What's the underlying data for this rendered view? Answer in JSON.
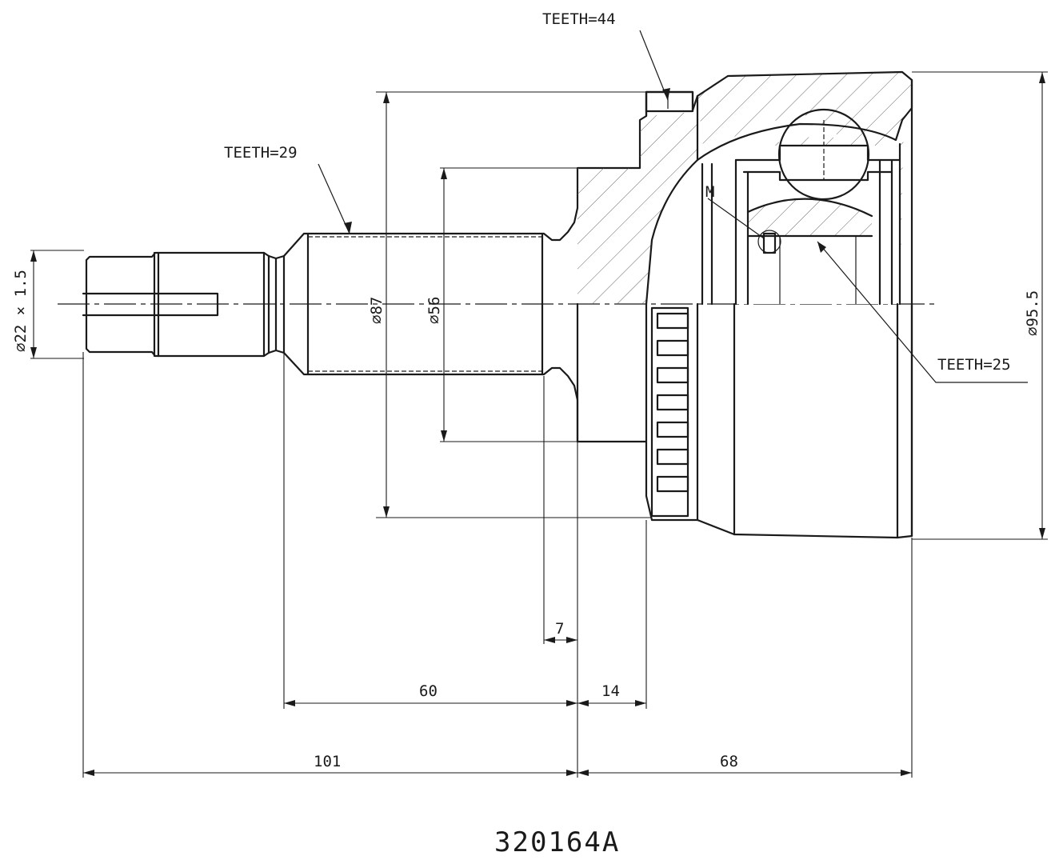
{
  "part_number": "320164A",
  "labels": {
    "teeth_outer": "TEETH=44",
    "teeth_shaft": "TEETH=29",
    "teeth_inner": "TEETH=25",
    "marker": "M"
  },
  "dimensions": {
    "thread": "⌀22 × 1.5",
    "dia_87": "⌀87",
    "dia_56": "⌀56",
    "dia_95_5": "⌀95.5",
    "len_7": "7",
    "len_60": "60",
    "len_14": "14",
    "len_101": "101",
    "len_68": "68"
  }
}
